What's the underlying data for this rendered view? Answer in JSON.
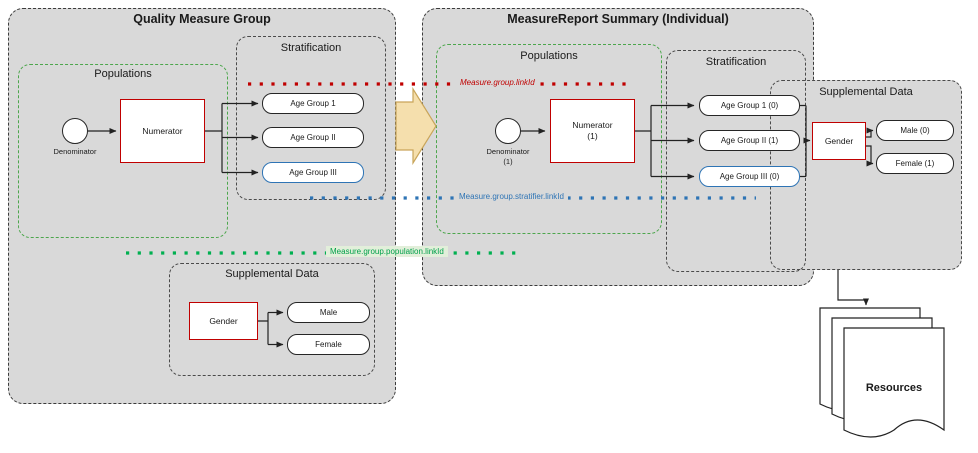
{
  "diagram": {
    "left": {
      "title": "Quality Measure Group",
      "populations": {
        "label": "Populations",
        "denominator": "Denominator",
        "numerator": "Numerator"
      },
      "stratification": {
        "label": "Stratification",
        "items": [
          "Age Group 1",
          "Age Group II",
          "Age Group III"
        ]
      },
      "supplemental": {
        "label": "Supplemental Data",
        "gender": "Gender",
        "items": [
          "Male",
          "Female"
        ]
      }
    },
    "right": {
      "title": "MeasureReport Summary (Individual)",
      "populations": {
        "label": "Populations",
        "denominator": "Denominator",
        "denominator_suffix": "(1)",
        "numerator": "Numerator",
        "numerator_suffix": "(1)"
      },
      "stratification": {
        "label": "Stratification",
        "items": [
          "Age Group 1 (0)",
          "Age Group II (1)",
          "Age Group III (0)"
        ]
      },
      "supplemental": {
        "label": "Supplemental Data",
        "gender": "Gender",
        "items": [
          "Male (0)",
          "Female (1)"
        ]
      }
    },
    "links": {
      "group": "Measure.group.linkId",
      "stratifier": "Measure.group.stratifier.linkId",
      "population": "Measure.group.population.linkId"
    },
    "resources": {
      "label": "Resources"
    },
    "colors": {
      "container_fill": "#D9D9D9",
      "red": "#C00000",
      "blue": "#2E74B5",
      "green": "#00B050",
      "green_border": "#4CA64C",
      "arrow_fill": "#F5DFAD",
      "arrow_stroke": "#C9A55A"
    }
  }
}
